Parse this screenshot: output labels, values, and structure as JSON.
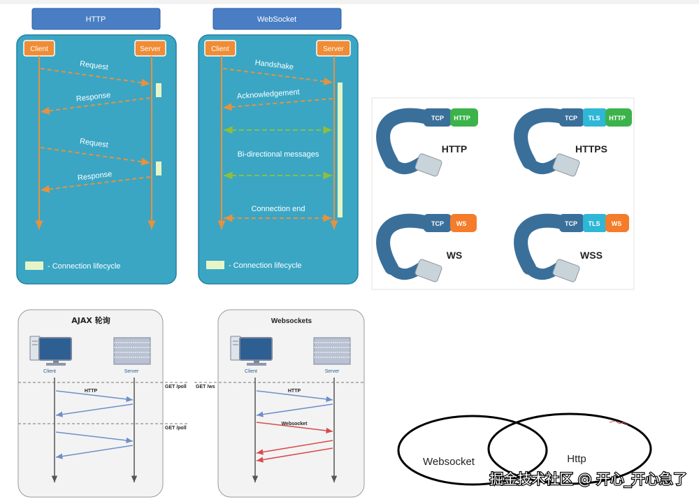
{
  "http_panel": {
    "title": "HTTP",
    "client": "Client",
    "server": "Server",
    "messages": [
      "Request",
      "Response",
      "Request",
      "Response"
    ],
    "legend": "- Connection lifecycle"
  },
  "ws_panel": {
    "title": "WebSocket",
    "client": "Client",
    "server": "Server",
    "messages": [
      "Handshake",
      "Acknowledgement",
      "Bi-directional messages",
      "Connection end"
    ],
    "legend": "- Connection lifecycle"
  },
  "cables": [
    {
      "caption": "HTTP",
      "segments": [
        "TCP",
        "HTTP"
      ]
    },
    {
      "caption": "HTTPS",
      "segments": [
        "TCP",
        "TLS",
        "HTTP"
      ]
    },
    {
      "caption": "WS",
      "segments": [
        "TCP",
        "WS"
      ]
    },
    {
      "caption": "WSS",
      "segments": [
        "TCP",
        "TLS",
        "WS"
      ]
    }
  ],
  "ajax_panel": {
    "title": "AJAX 轮询",
    "client": "Client",
    "server": "Server",
    "msg_http": "HTTP",
    "get_labels": [
      "GET /poll",
      "GET /poll"
    ]
  },
  "wsock_panel": {
    "title": "Websockets",
    "client": "Client",
    "server": "Server",
    "get_label": "GET /ws",
    "msg_http": "HTTP",
    "msg_ws": "Websocket"
  },
  "venn": {
    "left": "Websocket",
    "right": "Http"
  },
  "watermark": "掘金技术社区 @ 开心_开心急了",
  "colors": {
    "panel_teal": "#3aa6c4",
    "title_blue": "#4a7ec4",
    "box_orange": "#f08c35",
    "line_orange": "#e8913e",
    "arrow_green": "#8fbf3a",
    "lifecycle": "#e6f5c8",
    "cable_blue": "#3a6f9a",
    "seg_green": "#3cb34a",
    "seg_cyan": "#2fb7d7",
    "seg_orange": "#f47c2a",
    "arrow_blue": "#6e8fc9",
    "arrow_red": "#d94b4b"
  }
}
